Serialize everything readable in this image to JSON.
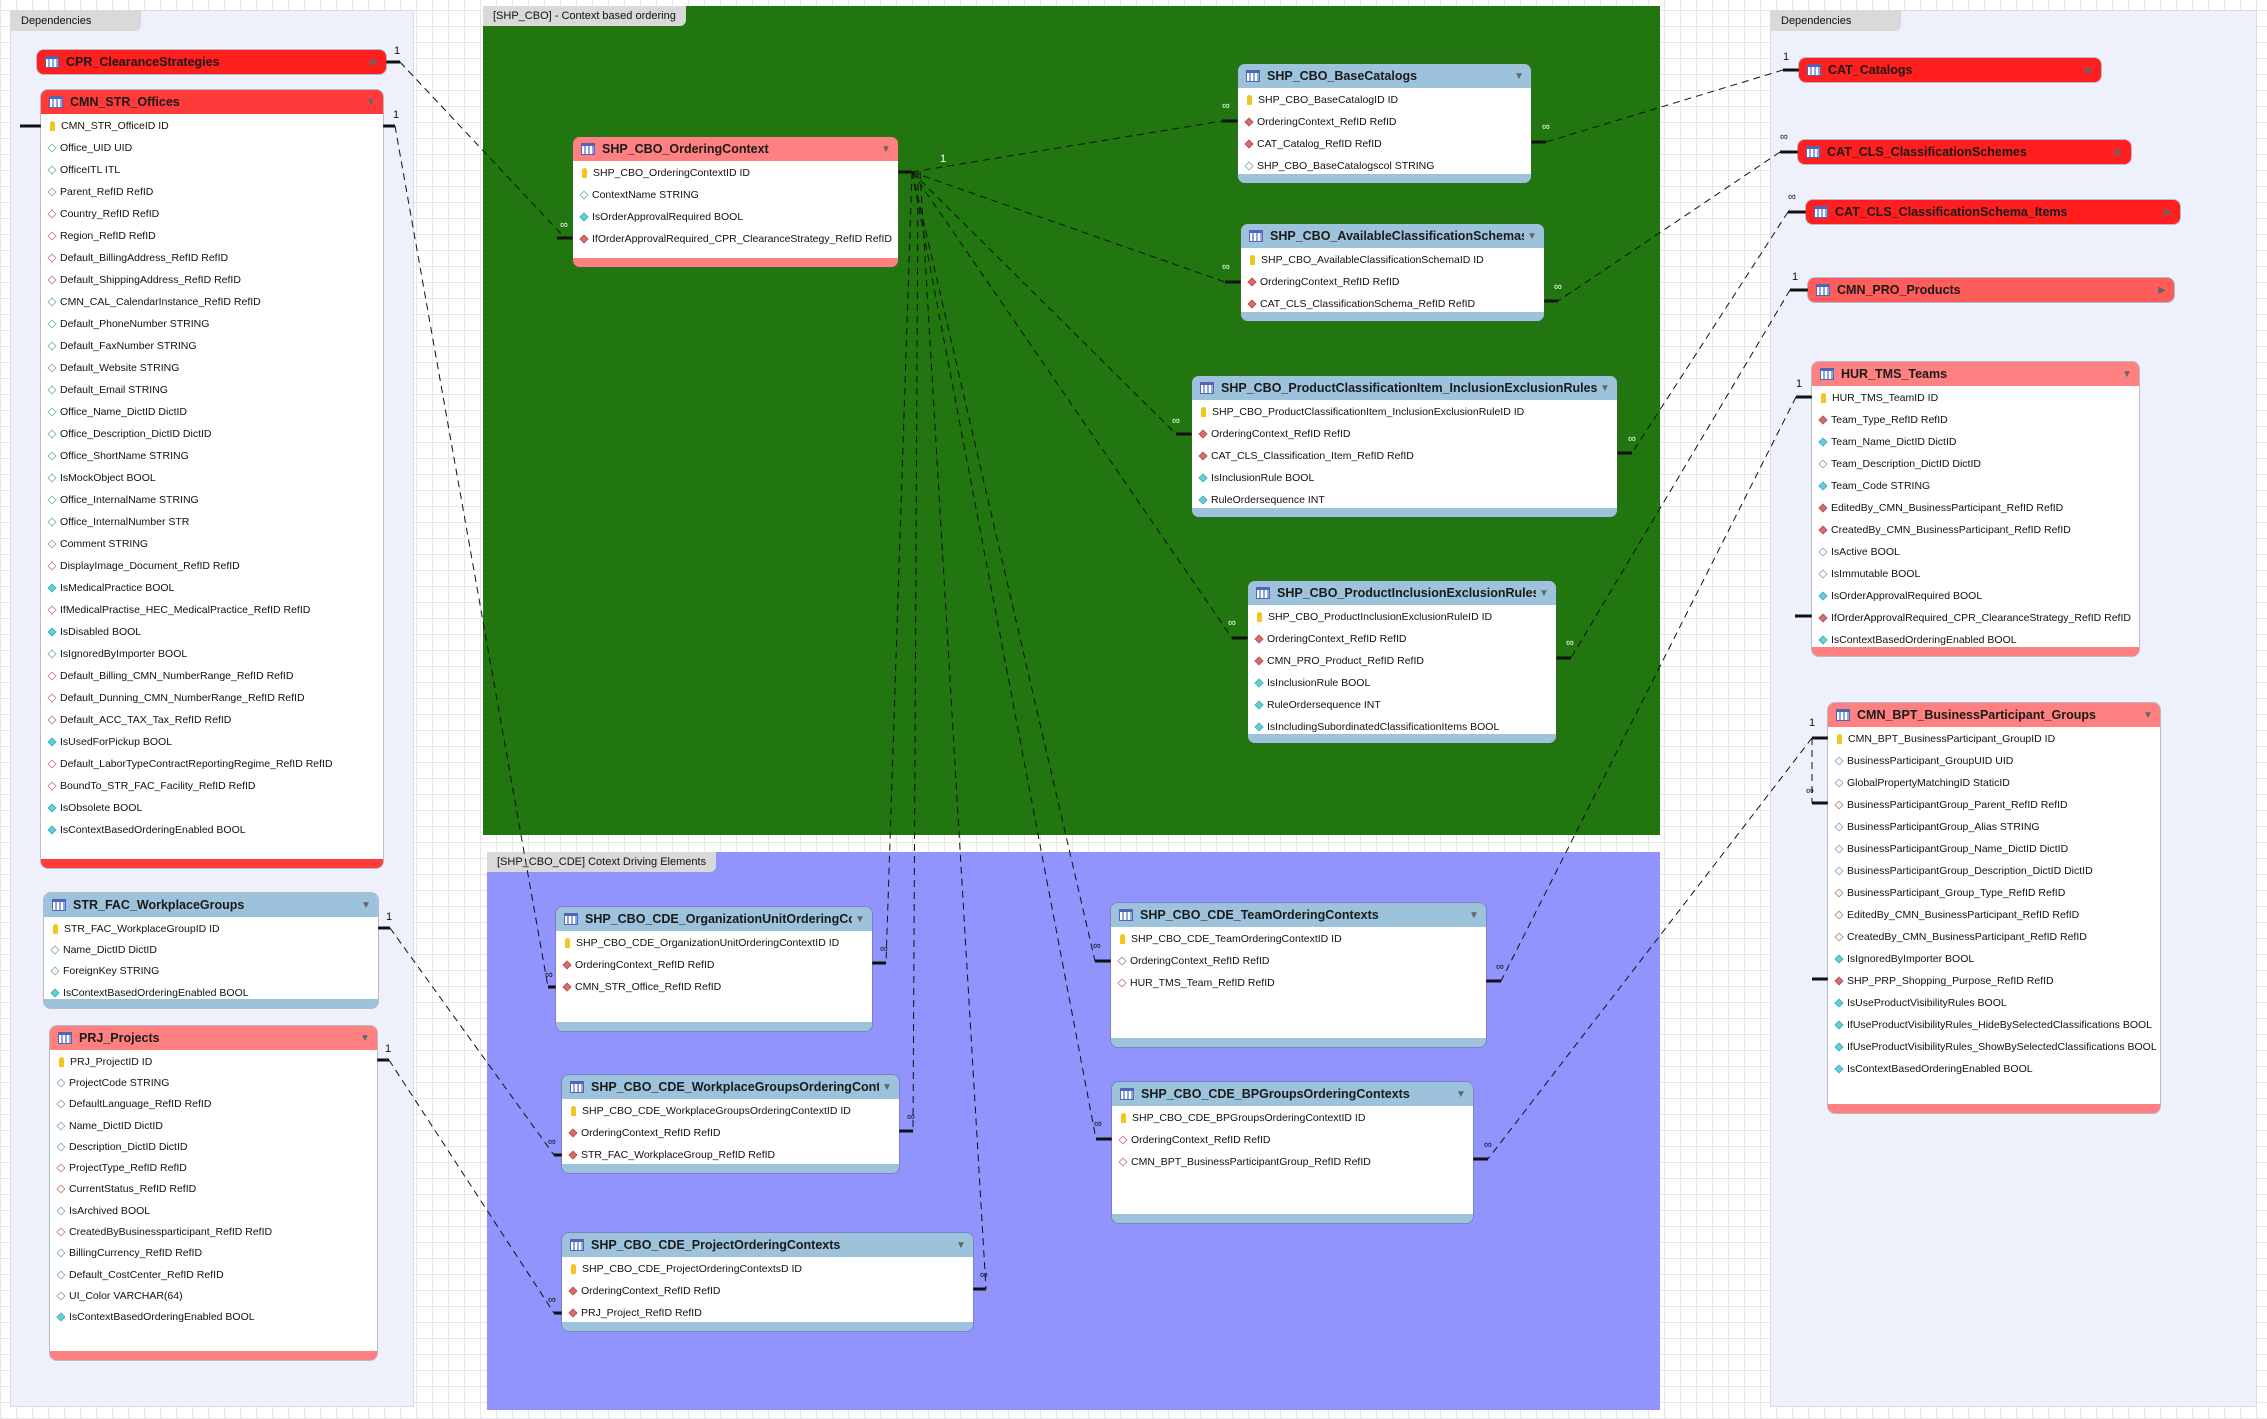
{
  "areas": {
    "dependencies_left": "Dependencies",
    "dependencies_right": "Dependencies",
    "context_based_ordering": "[SHP_CBO] - Context based ordering",
    "context_driving_elements": "[SHP_CBO_CDE] Cotext Driving Elements"
  },
  "colors": {
    "bright_red": "#ff1f1f",
    "red": "#ff3a3a",
    "light_red": "#ff5c5c",
    "salmon": "#ff8080",
    "blue": "#9dc3dc",
    "green_area": "#21760f",
    "blue_area": "#9094fc"
  },
  "tables": [
    {
      "id": "cpr",
      "name": "CPR_ClearanceStrategies",
      "color": "bright_red",
      "collapsed": true,
      "columns": []
    },
    {
      "id": "offices",
      "name": "CMN_STR_Offices",
      "color": "red",
      "collapsed": false,
      "columns": [
        {
          "text": "CMN_STR_OfficeID ID",
          "icon": "k"
        },
        {
          "text": "Office_UID UID",
          "icon": "o"
        },
        {
          "text": "OfficeITL ITL",
          "icon": "o"
        },
        {
          "text": "Parent_RefID RefID",
          "icon": "o"
        },
        {
          "text": "Country_RefID RefID",
          "icon": "ro"
        },
        {
          "text": "Region_RefID RefID",
          "icon": "ro"
        },
        {
          "text": "Default_BillingAddress_RefID RefID",
          "icon": "ro"
        },
        {
          "text": "Default_ShippingAddress_RefID RefID",
          "icon": "ro"
        },
        {
          "text": "CMN_CAL_CalendarInstance_RefID RefID",
          "icon": "o"
        },
        {
          "text": "Default_PhoneNumber STRING",
          "icon": "o"
        },
        {
          "text": "Default_FaxNumber STRING",
          "icon": "o"
        },
        {
          "text": "Default_Website STRING",
          "icon": "o"
        },
        {
          "text": "Default_Email STRING",
          "icon": "o"
        },
        {
          "text": "Office_Name_DictID DictID",
          "icon": "o"
        },
        {
          "text": "Office_Description_DictID DictID",
          "icon": "o"
        },
        {
          "text": "Office_ShortName STRING",
          "icon": "o"
        },
        {
          "text": "IsMockObject BOOL",
          "icon": "o"
        },
        {
          "text": "Office_InternalName STRING",
          "icon": "o"
        },
        {
          "text": "Office_InternalNumber STR",
          "icon": "o"
        },
        {
          "text": "Comment STRING",
          "icon": "o"
        },
        {
          "text": "DisplayImage_Document_RefID RefID",
          "icon": "ro"
        },
        {
          "text": "IsMedicalPractice BOOL",
          "icon": "f"
        },
        {
          "text": "IfMedicalPractise_HEC_MedicalPractice_RefID RefID",
          "icon": "ro"
        },
        {
          "text": "IsDisabled BOOL",
          "icon": "f"
        },
        {
          "text": "IsIgnoredByImporter BOOL",
          "icon": "o"
        },
        {
          "text": "Default_Billing_CMN_NumberRange_RefID RefID",
          "icon": "ro"
        },
        {
          "text": "Default_Dunning_CMN_NumberRange_RefID RefID",
          "icon": "ro"
        },
        {
          "text": "Default_ACC_TAX_Tax_RefID RefID",
          "icon": "ro"
        },
        {
          "text": "IsUsedForPickup BOOL",
          "icon": "f"
        },
        {
          "text": "Default_LaborTypeContractReportingRegime_RefID RefID",
          "icon": "ro"
        },
        {
          "text": "BoundTo_STR_FAC_Facility_RefID RefID",
          "icon": "ro"
        },
        {
          "text": "IsObsolete BOOL",
          "icon": "f"
        },
        {
          "text": "IsContextBasedOrderingEnabled BOOL",
          "icon": "f"
        }
      ]
    },
    {
      "id": "strfac",
      "name": "STR_FAC_WorkplaceGroups",
      "color": "blue",
      "collapsed": false,
      "columns": [
        {
          "text": "STR_FAC_WorkplaceGroupID ID",
          "icon": "k"
        },
        {
          "text": "Name_DictID DictID",
          "icon": "o"
        },
        {
          "text": "ForeignKey STRING",
          "icon": "o"
        },
        {
          "text": "IsContextBasedOrderingEnabled BOOL",
          "icon": "f"
        }
      ]
    },
    {
      "id": "prj",
      "name": "PRJ_Projects",
      "color": "salmon",
      "collapsed": false,
      "columns": [
        {
          "text": "PRJ_ProjectID ID",
          "icon": "k"
        },
        {
          "text": "ProjectCode STRING",
          "icon": "o"
        },
        {
          "text": "DefaultLanguage_RefID RefID",
          "icon": "o"
        },
        {
          "text": "Name_DictID DictID",
          "icon": "o"
        },
        {
          "text": "Description_DictID DictID",
          "icon": "o"
        },
        {
          "text": "ProjectType_RefID RefID",
          "icon": "ro"
        },
        {
          "text": "CurrentStatus_RefID RefID",
          "icon": "ro"
        },
        {
          "text": "IsArchived BOOL",
          "icon": "o"
        },
        {
          "text": "CreatedByBusinessparticipant_RefID RefID",
          "icon": "ro"
        },
        {
          "text": "BillingCurrency_RefID RefID",
          "icon": "o"
        },
        {
          "text": "Default_CostCenter_RefID RefID",
          "icon": "o"
        },
        {
          "text": "UI_Color VARCHAR(64)",
          "icon": "o"
        },
        {
          "text": "IsContextBasedOrderingEnabled BOOL",
          "icon": "f"
        }
      ]
    },
    {
      "id": "oc",
      "name": "SHP_CBO_OrderingContext",
      "color": "salmon",
      "collapsed": false,
      "columns": [
        {
          "text": "SHP_CBO_OrderingContextID ID",
          "icon": "k"
        },
        {
          "text": "ContextName STRING",
          "icon": "o"
        },
        {
          "text": "IsOrderApprovalRequired BOOL",
          "icon": "f"
        },
        {
          "text": "IfOrderApprovalRequired_CPR_ClearanceStrategy_RefID RefID",
          "icon": "rf"
        }
      ]
    },
    {
      "id": "basecat",
      "name": "SHP_CBO_BaseCatalogs",
      "color": "blue",
      "collapsed": false,
      "columns": [
        {
          "text": "SHP_CBO_BaseCatalogID ID",
          "icon": "k"
        },
        {
          "text": "OrderingContext_RefID RefID",
          "icon": "rf"
        },
        {
          "text": "CAT_Catalog_RefID RefID",
          "icon": "rf"
        },
        {
          "text": "SHP_CBO_BaseCatalogscol STRING",
          "icon": "o"
        }
      ]
    },
    {
      "id": "availcs",
      "name": "SHP_CBO_AvailableClassificationSchemas",
      "color": "blue",
      "collapsed": false,
      "columns": [
        {
          "text": "SHP_CBO_AvailableClassificationSchemaID ID",
          "icon": "k"
        },
        {
          "text": "OrderingContext_RefID RefID",
          "icon": "rf"
        },
        {
          "text": "CAT_CLS_ClassificationSchema_RefID RefID",
          "icon": "rf"
        }
      ]
    },
    {
      "id": "pcier",
      "name": "SHP_CBO_ProductClassificationItem_InclusionExclusionRules",
      "color": "blue",
      "collapsed": false,
      "columns": [
        {
          "text": "SHP_CBO_ProductClassificationItem_InclusionExclusionRuleID ID",
          "icon": "k"
        },
        {
          "text": "OrderingContext_RefID RefID",
          "icon": "rf"
        },
        {
          "text": "CAT_CLS_Classification_Item_RefID RefID",
          "icon": "rf"
        },
        {
          "text": "IsInclusionRule BOOL",
          "icon": "f"
        },
        {
          "text": "RuleOrdersequence INT",
          "icon": "f"
        }
      ]
    },
    {
      "id": "pier",
      "name": "SHP_CBO_ProductInclusionExclusionRules",
      "color": "blue",
      "collapsed": false,
      "columns": [
        {
          "text": "SHP_CBO_ProductInclusionExclusionRuleID ID",
          "icon": "k"
        },
        {
          "text": "OrderingContext_RefID RefID",
          "icon": "rf"
        },
        {
          "text": "CMN_PRO_Product_RefID RefID",
          "icon": "rf"
        },
        {
          "text": "IsInclusionRule BOOL",
          "icon": "f"
        },
        {
          "text": "RuleOrdersequence INT",
          "icon": "f"
        },
        {
          "text": "IsIncludingSubordinatedClassificationItems BOOL",
          "icon": "f"
        }
      ]
    },
    {
      "id": "orgunit",
      "name": "SHP_CBO_CDE_OrganizationUnitOrderingCon...",
      "color": "blue",
      "collapsed": false,
      "columns": [
        {
          "text": "SHP_CBO_CDE_OrganizationUnitOrderingContextID ID",
          "icon": "k"
        },
        {
          "text": "OrderingContext_RefID RefID",
          "icon": "rf"
        },
        {
          "text": "CMN_STR_Office_RefID RefID",
          "icon": "rf"
        }
      ]
    },
    {
      "id": "wpgoc",
      "name": "SHP_CBO_CDE_WorkplaceGroupsOrderingContexts",
      "color": "blue",
      "collapsed": false,
      "columns": [
        {
          "text": "SHP_CBO_CDE_WorkplaceGroupsOrderingContextID ID",
          "icon": "k"
        },
        {
          "text": "OrderingContext_RefID RefID",
          "icon": "rf"
        },
        {
          "text": "STR_FAC_WorkplaceGroup_RefID RefID",
          "icon": "rf"
        }
      ]
    },
    {
      "id": "projoc",
      "name": "SHP_CBO_CDE_ProjectOrderingContexts",
      "color": "blue",
      "collapsed": false,
      "columns": [
        {
          "text": "SHP_CBO_CDE_ProjectOrderingContextsD ID",
          "icon": "k"
        },
        {
          "text": "OrderingContext_RefID RefID",
          "icon": "rf"
        },
        {
          "text": "PRJ_Project_RefID RefID",
          "icon": "rf"
        }
      ]
    },
    {
      "id": "teamoc",
      "name": "SHP_CBO_CDE_TeamOrderingContexts",
      "color": "blue",
      "collapsed": false,
      "columns": [
        {
          "text": "SHP_CBO_CDE_TeamOrderingContextID ID",
          "icon": "k"
        },
        {
          "text": "OrderingContext_RefID RefID",
          "icon": "ro"
        },
        {
          "text": "HUR_TMS_Team_RefID RefID",
          "icon": "ro"
        }
      ]
    },
    {
      "id": "bpgoc",
      "name": "SHP_CBO_CDE_BPGroupsOrderingContexts",
      "color": "blue",
      "collapsed": false,
      "columns": [
        {
          "text": "SHP_CBO_CDE_BPGroupsOrderingContextID ID",
          "icon": "k"
        },
        {
          "text": "OrderingContext_RefID RefID",
          "icon": "ro"
        },
        {
          "text": "CMN_BPT_BusinessParticipantGroup_RefID RefID",
          "icon": "ro"
        }
      ]
    },
    {
      "id": "catcat",
      "name": "CAT_Catalogs",
      "color": "bright_red",
      "collapsed": true,
      "columns": []
    },
    {
      "id": "catschemes",
      "name": "CAT_CLS_ClassificationSchemes",
      "color": "bright_red",
      "collapsed": true,
      "columns": []
    },
    {
      "id": "catitems",
      "name": "CAT_CLS_ClassificationSchema_Items",
      "color": "bright_red",
      "collapsed": true,
      "columns": []
    },
    {
      "id": "products",
      "name": "CMN_PRO_Products",
      "color": "light_red",
      "collapsed": true,
      "columns": []
    },
    {
      "id": "teams",
      "name": "HUR_TMS_Teams",
      "color": "salmon",
      "collapsed": false,
      "columns": [
        {
          "text": "HUR_TMS_TeamID ID",
          "icon": "k"
        },
        {
          "text": "Team_Type_RefID RefID",
          "icon": "rf"
        },
        {
          "text": "Team_Name_DictID DictID",
          "icon": "f"
        },
        {
          "text": "Team_Description_DictID DictID",
          "icon": "o"
        },
        {
          "text": "Team_Code STRING",
          "icon": "f"
        },
        {
          "text": "EditedBy_CMN_BusinessParticipant_RefID RefID",
          "icon": "rf"
        },
        {
          "text": "CreatedBy_CMN_BusinessParticipant_RefID RefID",
          "icon": "rf"
        },
        {
          "text": "IsActive BOOL",
          "icon": "o"
        },
        {
          "text": "IsImmutable BOOL",
          "icon": "o"
        },
        {
          "text": "IsOrderApprovalRequired BOOL",
          "icon": "f"
        },
        {
          "text": "IfOrderApprovalRequired_CPR_ClearanceStrategy_RefID RefID",
          "icon": "rf"
        },
        {
          "text": "IsContextBasedOrderingEnabled BOOL",
          "icon": "f"
        }
      ]
    },
    {
      "id": "bpg",
      "name": "CMN_BPT_BusinessParticipant_Groups",
      "color": "salmon",
      "collapsed": false,
      "columns": [
        {
          "text": "CMN_BPT_BusinessParticipant_GroupID ID",
          "icon": "k"
        },
        {
          "text": "BusinessParticipant_GroupUID UID",
          "icon": "o"
        },
        {
          "text": "GlobalPropertyMatchingID StaticID",
          "icon": "o"
        },
        {
          "text": "BusinessParticipantGroup_Parent_RefID RefID",
          "icon": "ro"
        },
        {
          "text": "BusinessParticipantGroup_Alias STRING",
          "icon": "o"
        },
        {
          "text": "BusinessParticipantGroup_Name_DictID DictID",
          "icon": "o"
        },
        {
          "text": "BusinessParticipantGroup_Description_DictID DictID",
          "icon": "o"
        },
        {
          "text": "BusinessParticipant_Group_Type_RefID RefID",
          "icon": "ro"
        },
        {
          "text": "EditedBy_CMN_BusinessParticipant_RefID RefID",
          "icon": "ro"
        },
        {
          "text": "CreatedBy_CMN_BusinessParticipant_RefID RefID",
          "icon": "ro"
        },
        {
          "text": "IsIgnoredByImporter BOOL",
          "icon": "f"
        },
        {
          "text": "SHP_PRP_Shopping_Purpose_RefID RefID",
          "icon": "rf"
        },
        {
          "text": "IsUseProductVisibilityRules BOOL",
          "icon": "f"
        },
        {
          "text": "IfUseProductVisibilityRules_HideBySelectedClassifications BOOL",
          "icon": "f"
        },
        {
          "text": "IfUseProductVisibilityRules_ShowBySelectedClassifications BOOL",
          "icon": "f"
        },
        {
          "text": "IsContextBasedOrderingEnabled BOOL",
          "icon": "f"
        }
      ]
    }
  ],
  "relationships": [
    {
      "from": "CPR_ClearanceStrategies",
      "to": "SHP_CBO_OrderingContext",
      "from_card": "1",
      "to_card": "∞"
    },
    {
      "from": "CMN_STR_Offices",
      "to": "SHP_CBO_CDE_OrganizationUnitOrderingContexts",
      "from_card": "1",
      "to_card": "∞"
    },
    {
      "from": "STR_FAC_WorkplaceGroups",
      "to": "SHP_CBO_CDE_WorkplaceGroupsOrderingContexts",
      "from_card": "1",
      "to_card": "∞"
    },
    {
      "from": "PRJ_Projects",
      "to": "SHP_CBO_CDE_ProjectOrderingContexts",
      "from_card": "1",
      "to_card": "∞"
    },
    {
      "from": "SHP_CBO_OrderingContext",
      "to": "SHP_CBO_BaseCatalogs",
      "from_card": "1",
      "to_card": "∞"
    },
    {
      "from": "SHP_CBO_OrderingContext",
      "to": "SHP_CBO_AvailableClassificationSchemas",
      "from_card": "1",
      "to_card": "∞"
    },
    {
      "from": "SHP_CBO_OrderingContext",
      "to": "SHP_CBO_ProductClassificationItem_InclusionExclusionRules",
      "from_card": "1",
      "to_card": "∞"
    },
    {
      "from": "SHP_CBO_OrderingContext",
      "to": "SHP_CBO_ProductInclusionExclusionRules",
      "from_card": "1",
      "to_card": "∞"
    },
    {
      "from": "SHP_CBO_OrderingContext",
      "to": "SHP_CBO_CDE_OrganizationUnitOrderingContexts",
      "from_card": "1",
      "to_card": "∞"
    },
    {
      "from": "SHP_CBO_OrderingContext",
      "to": "SHP_CBO_CDE_WorkplaceGroupsOrderingContexts",
      "from_card": "1",
      "to_card": "∞"
    },
    {
      "from": "SHP_CBO_OrderingContext",
      "to": "SHP_CBO_CDE_ProjectOrderingContexts",
      "from_card": "1",
      "to_card": "∞"
    },
    {
      "from": "SHP_CBO_OrderingContext",
      "to": "SHP_CBO_CDE_TeamOrderingContexts",
      "from_card": "1",
      "to_card": "∞"
    },
    {
      "from": "SHP_CBO_OrderingContext",
      "to": "SHP_CBO_CDE_BPGroupsOrderingContexts",
      "from_card": "1",
      "to_card": "∞"
    },
    {
      "from": "CAT_Catalogs",
      "to": "SHP_CBO_BaseCatalogs",
      "from_card": "1",
      "to_card": "∞"
    },
    {
      "from": "CAT_CLS_ClassificationSchemes",
      "to": "SHP_CBO_AvailableClassificationSchemas",
      "from_card": "∞",
      "to_card": "∞"
    },
    {
      "from": "CAT_CLS_ClassificationSchema_Items",
      "to": "SHP_CBO_ProductClassificationItem_InclusionExclusionRules",
      "from_card": "∞",
      "to_card": "∞"
    },
    {
      "from": "CMN_PRO_Products",
      "to": "SHP_CBO_ProductInclusionExclusionRules",
      "from_card": "1",
      "to_card": "∞"
    },
    {
      "from": "HUR_TMS_Teams",
      "to": "SHP_CBO_CDE_TeamOrderingContexts",
      "from_card": "1",
      "to_card": "∞"
    },
    {
      "from": "CMN_BPT_BusinessParticipant_Groups",
      "to": "SHP_CBO_CDE_BPGroupsOrderingContexts",
      "from_card": "1",
      "to_card": "∞"
    },
    {
      "from": "CMN_BPT_BusinessParticipant_Groups",
      "to": "CMN_BPT_BusinessParticipant_Groups",
      "from_card": "1",
      "to_card": "∞"
    }
  ]
}
